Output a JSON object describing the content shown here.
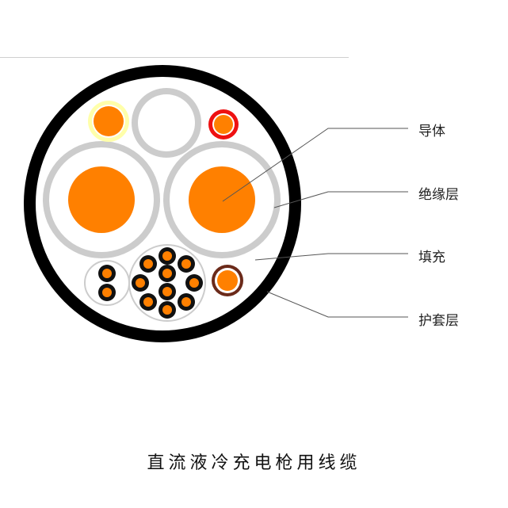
{
  "caption": "直流液冷充电枪用线缆",
  "labels": {
    "conductor": "导体",
    "insulation": "绝缘层",
    "filler": "填充",
    "sheath": "护套层"
  },
  "colors": {
    "sheath": "#000000",
    "filler": "#ffffff",
    "insulation": "#cccccc",
    "conductor": "#ff8000",
    "yellow_insulation": "#ffffaa",
    "red_insulation": "#ee1111",
    "brown_insulation": "#6b2a1a"
  }
}
